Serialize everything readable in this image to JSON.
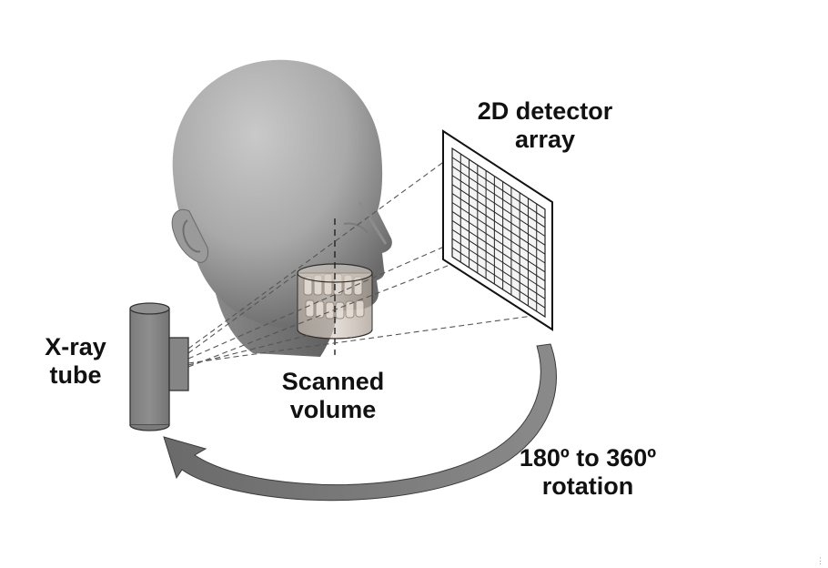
{
  "labels": {
    "detector": {
      "line1": "2D detector",
      "line2": "array"
    },
    "xray_tube": {
      "line1": "X-ray",
      "line2": "tube"
    },
    "scanned_volume": {
      "line1": "Scanned",
      "line2": "volume"
    },
    "rotation": {
      "line1": "180º to 360º",
      "line2": "rotation"
    }
  },
  "corner_mark": "⋮",
  "colors": {
    "head_light": "#bdbdbd",
    "head_dark": "#6e6e6e",
    "tube": "#858585",
    "arrow": "#777777",
    "grid": "#222222",
    "beam": "#555555"
  }
}
